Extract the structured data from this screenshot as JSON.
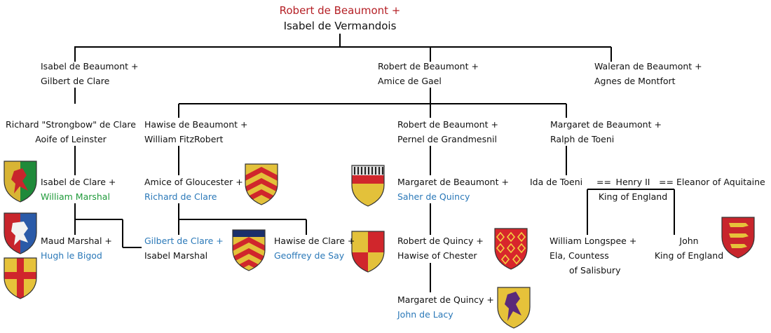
{
  "root": {
    "line1": "Robert de Beaumont +",
    "line2": "Isabel de Vermandois"
  },
  "gen2": {
    "isabel": {
      "line1": "Isabel de Beaumont +",
      "line2": "Gilbert de Clare"
    },
    "robert": {
      "line1": "Robert de Beaumont +",
      "line2": "Amice de Gael"
    },
    "waleran": {
      "line1": "Waleran de Beaumont +",
      "line2": "Agnes de Montfort"
    }
  },
  "gen3": {
    "richard": {
      "line1": "Richard \"Strongbow\" de Clare",
      "line2": "Aoife of Leinster"
    },
    "hawise": {
      "line1": "Hawise de Beaumont +",
      "line2": "William FitzRobert"
    },
    "robert": {
      "line1": "Robert de Beaumont +",
      "line2": "Pernel de Grandmesnil"
    },
    "margaret": {
      "line1": "Margaret de Beaumont +",
      "line2": "Ralph de Toeni"
    }
  },
  "gen4": {
    "isabel_clare": {
      "line1": "Isabel de Clare +",
      "line2": "William Marshal"
    },
    "amice": {
      "line1": "Amice of Gloucester +",
      "line2": "Richard de Clare"
    },
    "margaret_b": {
      "line1": "Margaret de Beaumont +",
      "line2": "Saher de Quincy"
    },
    "ida": "Ida de Toeni",
    "eq1": "==",
    "henry": {
      "line1": "Henry II",
      "line2": "King of England"
    },
    "eq2": "==",
    "eleanor": "Eleanor of Aquitaine"
  },
  "gen5": {
    "maud": {
      "line1": "Maud Marshal +",
      "line2": "Hugh le Bigod"
    },
    "gilbert": {
      "line1": "Gilbert de Clare +",
      "line2": "Isabel Marshal"
    },
    "hawise_c": {
      "line1": "Hawise de Clare +",
      "line2": "Geoffrey de Say"
    },
    "robert_q": {
      "line1": "Robert de Quincy +",
      "line2": "Hawise of Chester"
    },
    "william_l": {
      "line1": "William Longspee +",
      "line2": "Ela, Countess",
      "line3": "of Salisbury"
    },
    "john": {
      "line1": "John",
      "line2": "King of England"
    }
  },
  "gen6": {
    "margaret_q": {
      "line1": "Margaret de Quincy +",
      "line2": "John de Lacy"
    }
  },
  "colors": {
    "root_name": "#b52026",
    "spouse_link": "#2a78b8",
    "marshal": "#1f9a3a"
  },
  "icons": [
    "shield-marshal",
    "shield-bigod",
    "shield-bigod-cross",
    "shield-clare-chevrons",
    "shield-clare",
    "shield-say",
    "shield-quincy-old",
    "shield-quincy",
    "shield-lacy",
    "shield-england"
  ]
}
